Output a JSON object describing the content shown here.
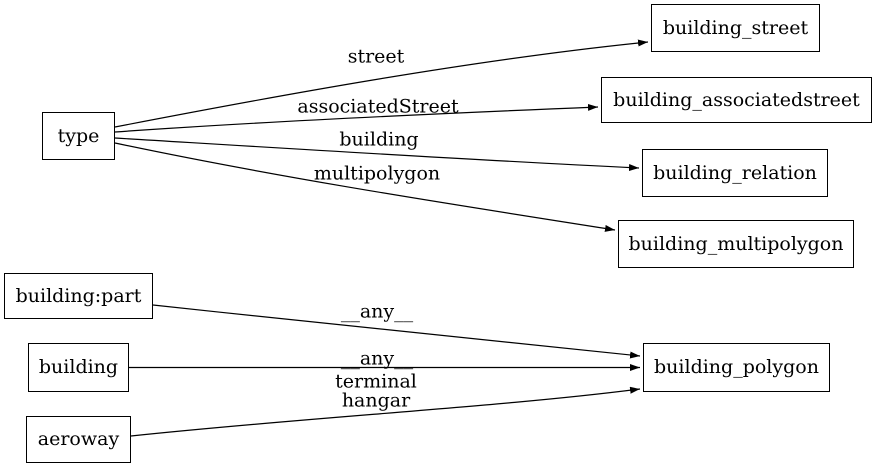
{
  "canvas": {
    "background": "#ffffff",
    "stroke_color": "#000000",
    "text_color": "#000000",
    "node_fill": "#ffffff"
  },
  "nodes": {
    "type": {
      "label": "type"
    },
    "building_street": {
      "label": "building_street"
    },
    "building_associatedstreet": {
      "label": "building_associatedstreet"
    },
    "building_relation": {
      "label": "building_relation"
    },
    "building_multipolygon": {
      "label": "building_multipolygon"
    },
    "building_part": {
      "label": "building:part"
    },
    "building": {
      "label": "building"
    },
    "aeroway": {
      "label": "aeroway"
    },
    "building_polygon": {
      "label": "building_polygon"
    }
  },
  "edges": {
    "type_to_building_street": {
      "from": "type",
      "to": "building_street",
      "label": "street"
    },
    "type_to_building_associatedstreet": {
      "from": "type",
      "to": "building_associatedstreet",
      "label": "associatedStreet"
    },
    "type_to_building_relation": {
      "from": "type",
      "to": "building_relation",
      "label": "building"
    },
    "type_to_building_multipolygon": {
      "from": "type",
      "to": "building_multipolygon",
      "label": "multipolygon"
    },
    "building_part_to_building_polygon": {
      "from": "building:part",
      "to": "building_polygon",
      "label": "__any__"
    },
    "building_to_building_polygon": {
      "from": "building",
      "to": "building_polygon",
      "label": "__any__"
    },
    "aeroway_to_building_polygon": {
      "from": "aeroway",
      "to": "building_polygon",
      "labels": [
        "terminal",
        "hangar"
      ]
    }
  }
}
